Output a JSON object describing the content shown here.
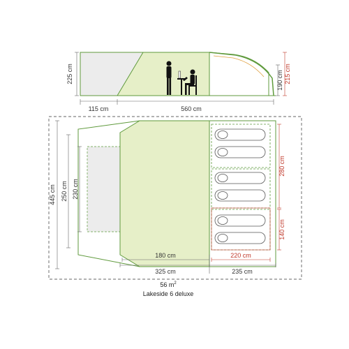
{
  "side_view": {
    "height_porch": "225 cm",
    "width_porch": "115 cm",
    "length_main": "560 cm",
    "height_bedroom": "190 cm",
    "height_peak": "215 cm"
  },
  "floor_plan": {
    "width_total": "445 cm",
    "width_living": "250 cm",
    "width_porch": "230 cm",
    "bedroom_length": "280 cm",
    "bedroom_small": "140 cm",
    "living_floor": "180 cm",
    "bedroom_depth": "220 cm",
    "living_length": "325 cm",
    "bedroom_block": "235 cm"
  },
  "area": {
    "value": "56 m",
    "sup": "2"
  },
  "model_name": "Lakeside 6 deluxe",
  "colors": {
    "tent_green": "#e6efc8",
    "outline_green": "#5f9a3c",
    "porch_grey": "#ececec",
    "red_dim": "#c0392b",
    "dim_grey": "#666666"
  }
}
